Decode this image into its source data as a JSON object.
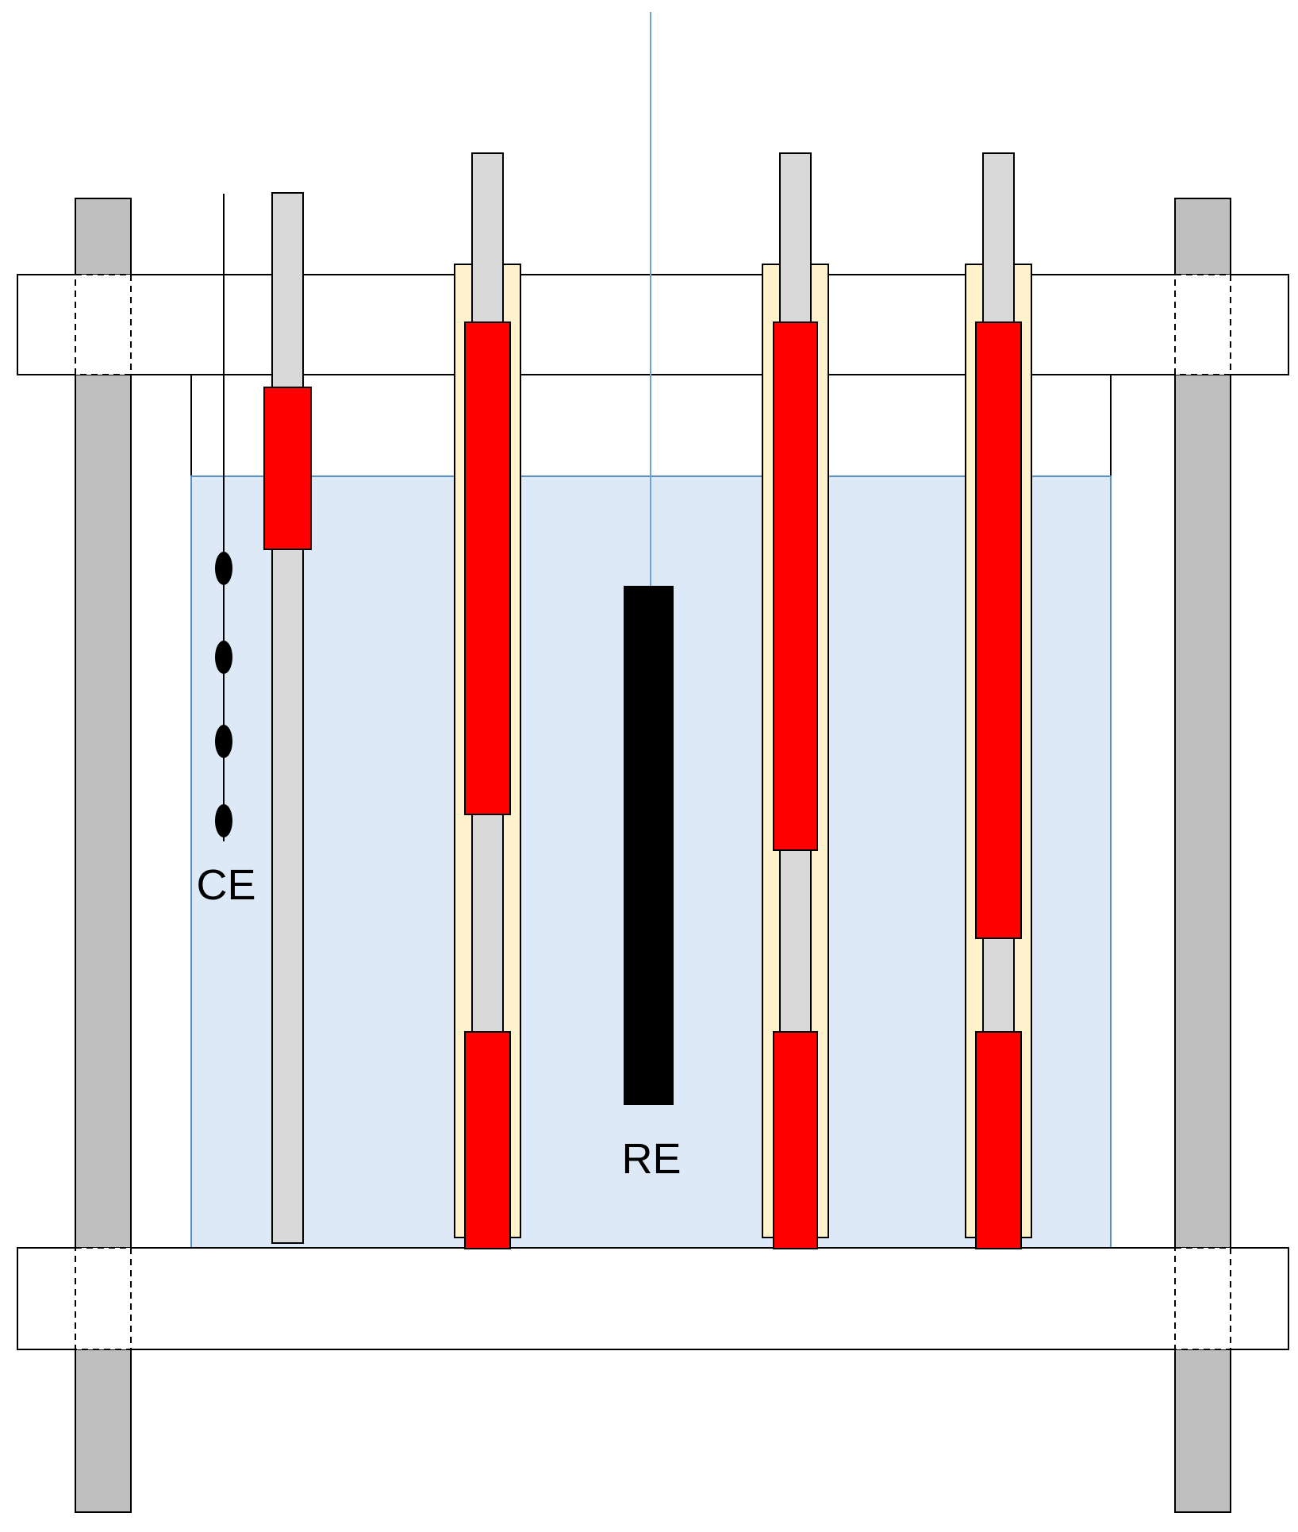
{
  "labels": {
    "counter_electrode": "CE",
    "reference_electrode": "RE"
  },
  "colors": {
    "background": "#ffffff",
    "electrolyte": "#dde9f6",
    "electrolyte_border": "#5b8fc5",
    "support_rod": "#bfbfbf",
    "plate": "#ffffff",
    "sample_rod": "#d9d9d9",
    "sleeve": "#fff2cc",
    "red_segment": "#ff0000",
    "reference_block": "#000000",
    "reference_wire": "#6aa3de",
    "outline": "#000000"
  },
  "icons": {
    "ce_beads": "ellipse-bead"
  }
}
